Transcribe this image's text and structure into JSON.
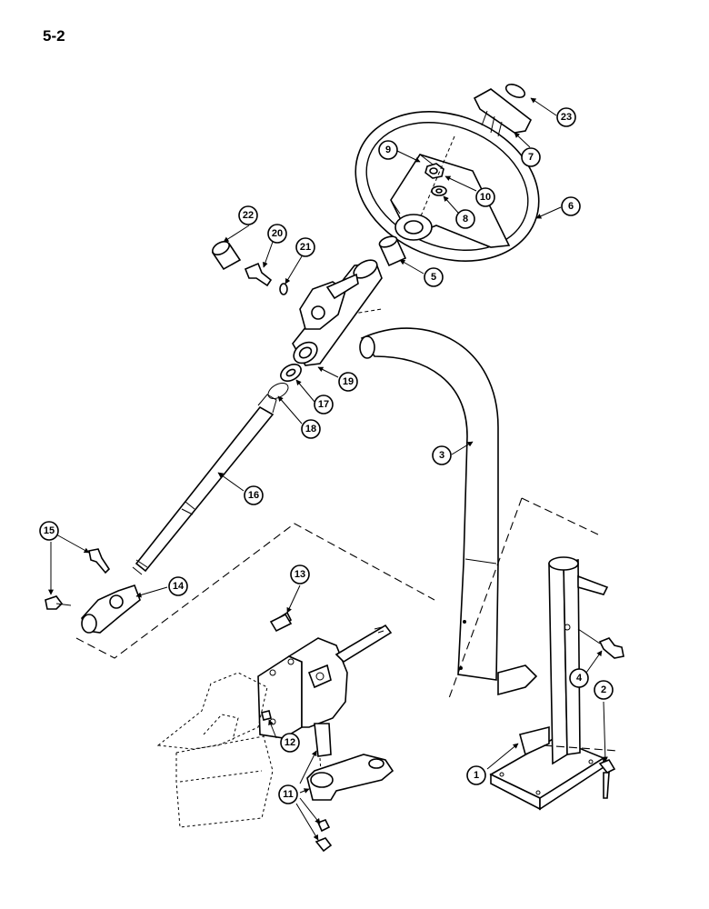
{
  "page": {
    "number": "5-2"
  },
  "callouts": [
    "1",
    "2",
    "3",
    "4",
    "5",
    "6",
    "7",
    "8",
    "9",
    "10",
    "11",
    "12",
    "13",
    "14",
    "15",
    "16",
    "17",
    "18",
    "19",
    "20",
    "21",
    "22",
    "23"
  ]
}
